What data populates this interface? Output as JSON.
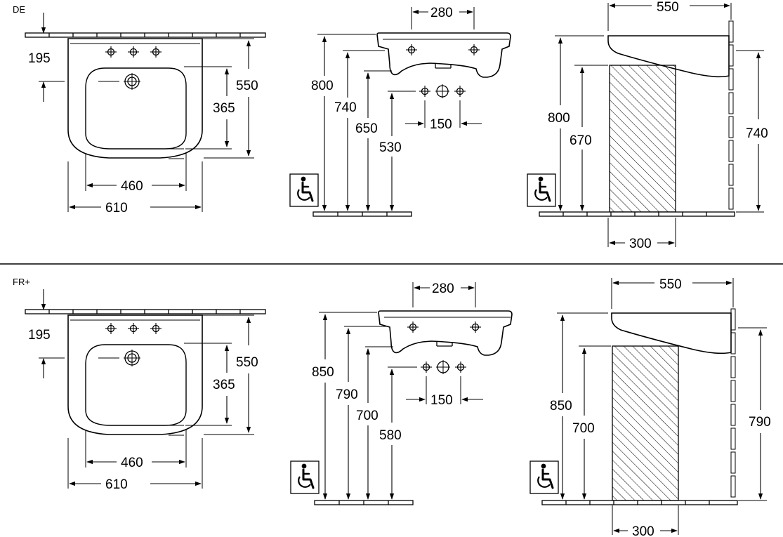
{
  "sections": [
    {
      "region": "DE",
      "plan": {
        "offset": "195",
        "depth": "550",
        "bowl_depth": "365",
        "bowl_width": "460",
        "width": "610"
      },
      "side": {
        "h_top": "800",
        "h_rim": "740",
        "h_under": "650",
        "h_waste": "530",
        "tap_width": "280",
        "tap_spacing": "150"
      },
      "profile": {
        "depth": "550",
        "h_top": "800",
        "h_knee": "670",
        "h_rim": "740",
        "knee_depth": "300"
      }
    },
    {
      "region": "FR+",
      "plan": {
        "offset": "195",
        "depth": "550",
        "bowl_depth": "365",
        "bowl_width": "460",
        "width": "610"
      },
      "side": {
        "h_top": "850",
        "h_rim": "790",
        "h_under": "700",
        "h_waste": "580",
        "tap_width": "280",
        "tap_spacing": "150"
      },
      "profile": {
        "depth": "550",
        "h_top": "850",
        "h_knee": "700",
        "h_rim": "790",
        "knee_depth": "300"
      }
    }
  ],
  "icons": {
    "accessibility": "wheelchair-icon"
  }
}
